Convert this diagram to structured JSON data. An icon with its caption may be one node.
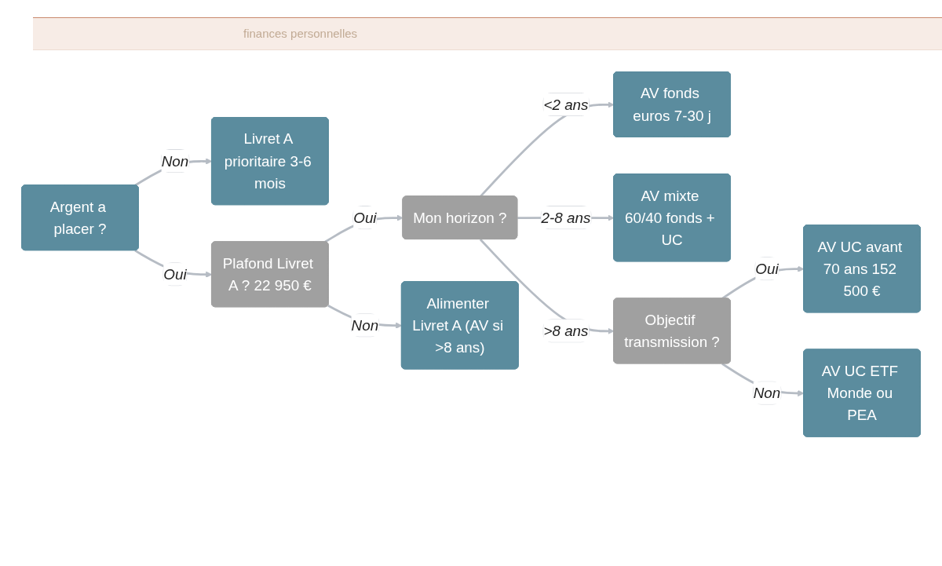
{
  "diagram": {
    "nodes": [
      {
        "text": [
          "Argent a placer ?"
        ]
      },
      {
        "text": [
          "Livret A prioritaire 3-6 mois"
        ]
      },
      {
        "text": [
          "Plafond Livret A ? 22 950 €"
        ]
      },
      {
        "text": [
          "Alimenter Livret A (AV si >8 ans)"
        ]
      },
      {
        "text": [
          "Mon horizon ?"
        ]
      },
      {
        "text": [
          "AV fonds euros 7-30 j"
        ]
      },
      {
        "text": [
          "AV mixte 60/40 fonds + UC"
        ]
      },
      {
        "text": [
          "Objectif transmission ?"
        ]
      },
      {
        "text": [
          "AV UC avant 70 ans 152 500 €"
        ]
      },
      {
        "text": [
          "AV UC ETF Monde ou PEA"
        ]
      }
    ],
    "edges": [
      {
        "from": 0,
        "to": 1,
        "arrow": "to",
        "label": "Non"
      },
      {
        "from": 0,
        "to": 2,
        "arrow": "to",
        "label": "Oui"
      },
      {
        "from": 2,
        "to": 4,
        "arrow": "to",
        "label": "Oui"
      },
      {
        "from": 2,
        "to": 3,
        "arrow": "to",
        "label": "Non"
      },
      {
        "from": 4,
        "to": 5,
        "arrow": "to",
        "label": "<2 ans"
      },
      {
        "from": 4,
        "to": 6,
        "arrow": "to",
        "label": "2-8 ans"
      },
      {
        "from": 4,
        "to": 7,
        "arrow": "to",
        "label": ">8 ans"
      },
      {
        "from": 7,
        "to": 8,
        "arrow": "to",
        "label": "Oui"
      },
      {
        "from": 7,
        "to": 9,
        "arrow": "to",
        "label": "Non"
      }
    ],
    "labels": [
      "finances personnelles"
    ]
  }
}
